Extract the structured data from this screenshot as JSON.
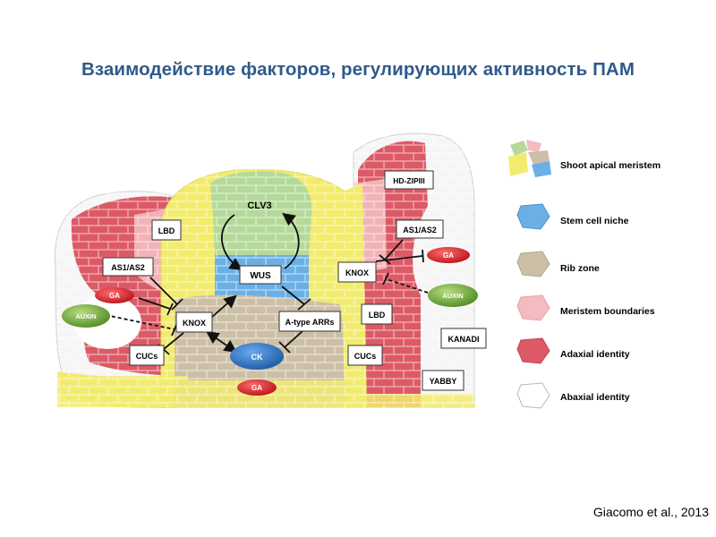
{
  "title": "Взаимодействие факторов, регулирующих активность ПАМ",
  "citation": "Giacomo et al., 2013",
  "diagram": {
    "boxes": {
      "lbd_left": "LBD",
      "as1as2_left": "AS1/AS2",
      "knox_left": "KNOX",
      "cucs_left": "CUCs",
      "clv3": "CLV3",
      "wus": "WUS",
      "a_type_arrs": "A-type ARRs",
      "hd_zipiii": "HD-ZIPIII",
      "as1as2_right": "AS1/AS2",
      "knox_right": "KNOX",
      "lbd_right": "LBD",
      "cucs_right": "CUCs",
      "kanadi": "KANADI",
      "yabby": "YABBY"
    },
    "ovals": {
      "ga_left": "GA",
      "auxin_left": "AUXIN",
      "ck": "CK",
      "ga_bottom": "GA",
      "ga_right": "GA",
      "auxin_right": "AUXIN"
    },
    "colors": {
      "yellow": "#f2ec6e",
      "green": "#b5d99a",
      "blue": "#6ab0e6",
      "tan": "#cdbfa6",
      "pink": "#f3bcc0",
      "red": "#dc5a66",
      "white": "#ffffff",
      "ga_red": "#d62027",
      "auxin_green": "#7bb043",
      "ck_blue": "#2c74c4"
    }
  },
  "legend": {
    "items": [
      {
        "label": "Shoot apical meristem",
        "icon": "sam-cube-icon"
      },
      {
        "label": "Stem cell niche",
        "icon": "blue-cell-icon"
      },
      {
        "label": "Rib zone",
        "icon": "tan-cell-icon"
      },
      {
        "label": "Meristem boundaries",
        "icon": "pink-cell-icon"
      },
      {
        "label": "Adaxial identity",
        "icon": "red-cell-icon"
      },
      {
        "label": "Abaxial identity",
        "icon": "white-cell-icon"
      }
    ]
  }
}
